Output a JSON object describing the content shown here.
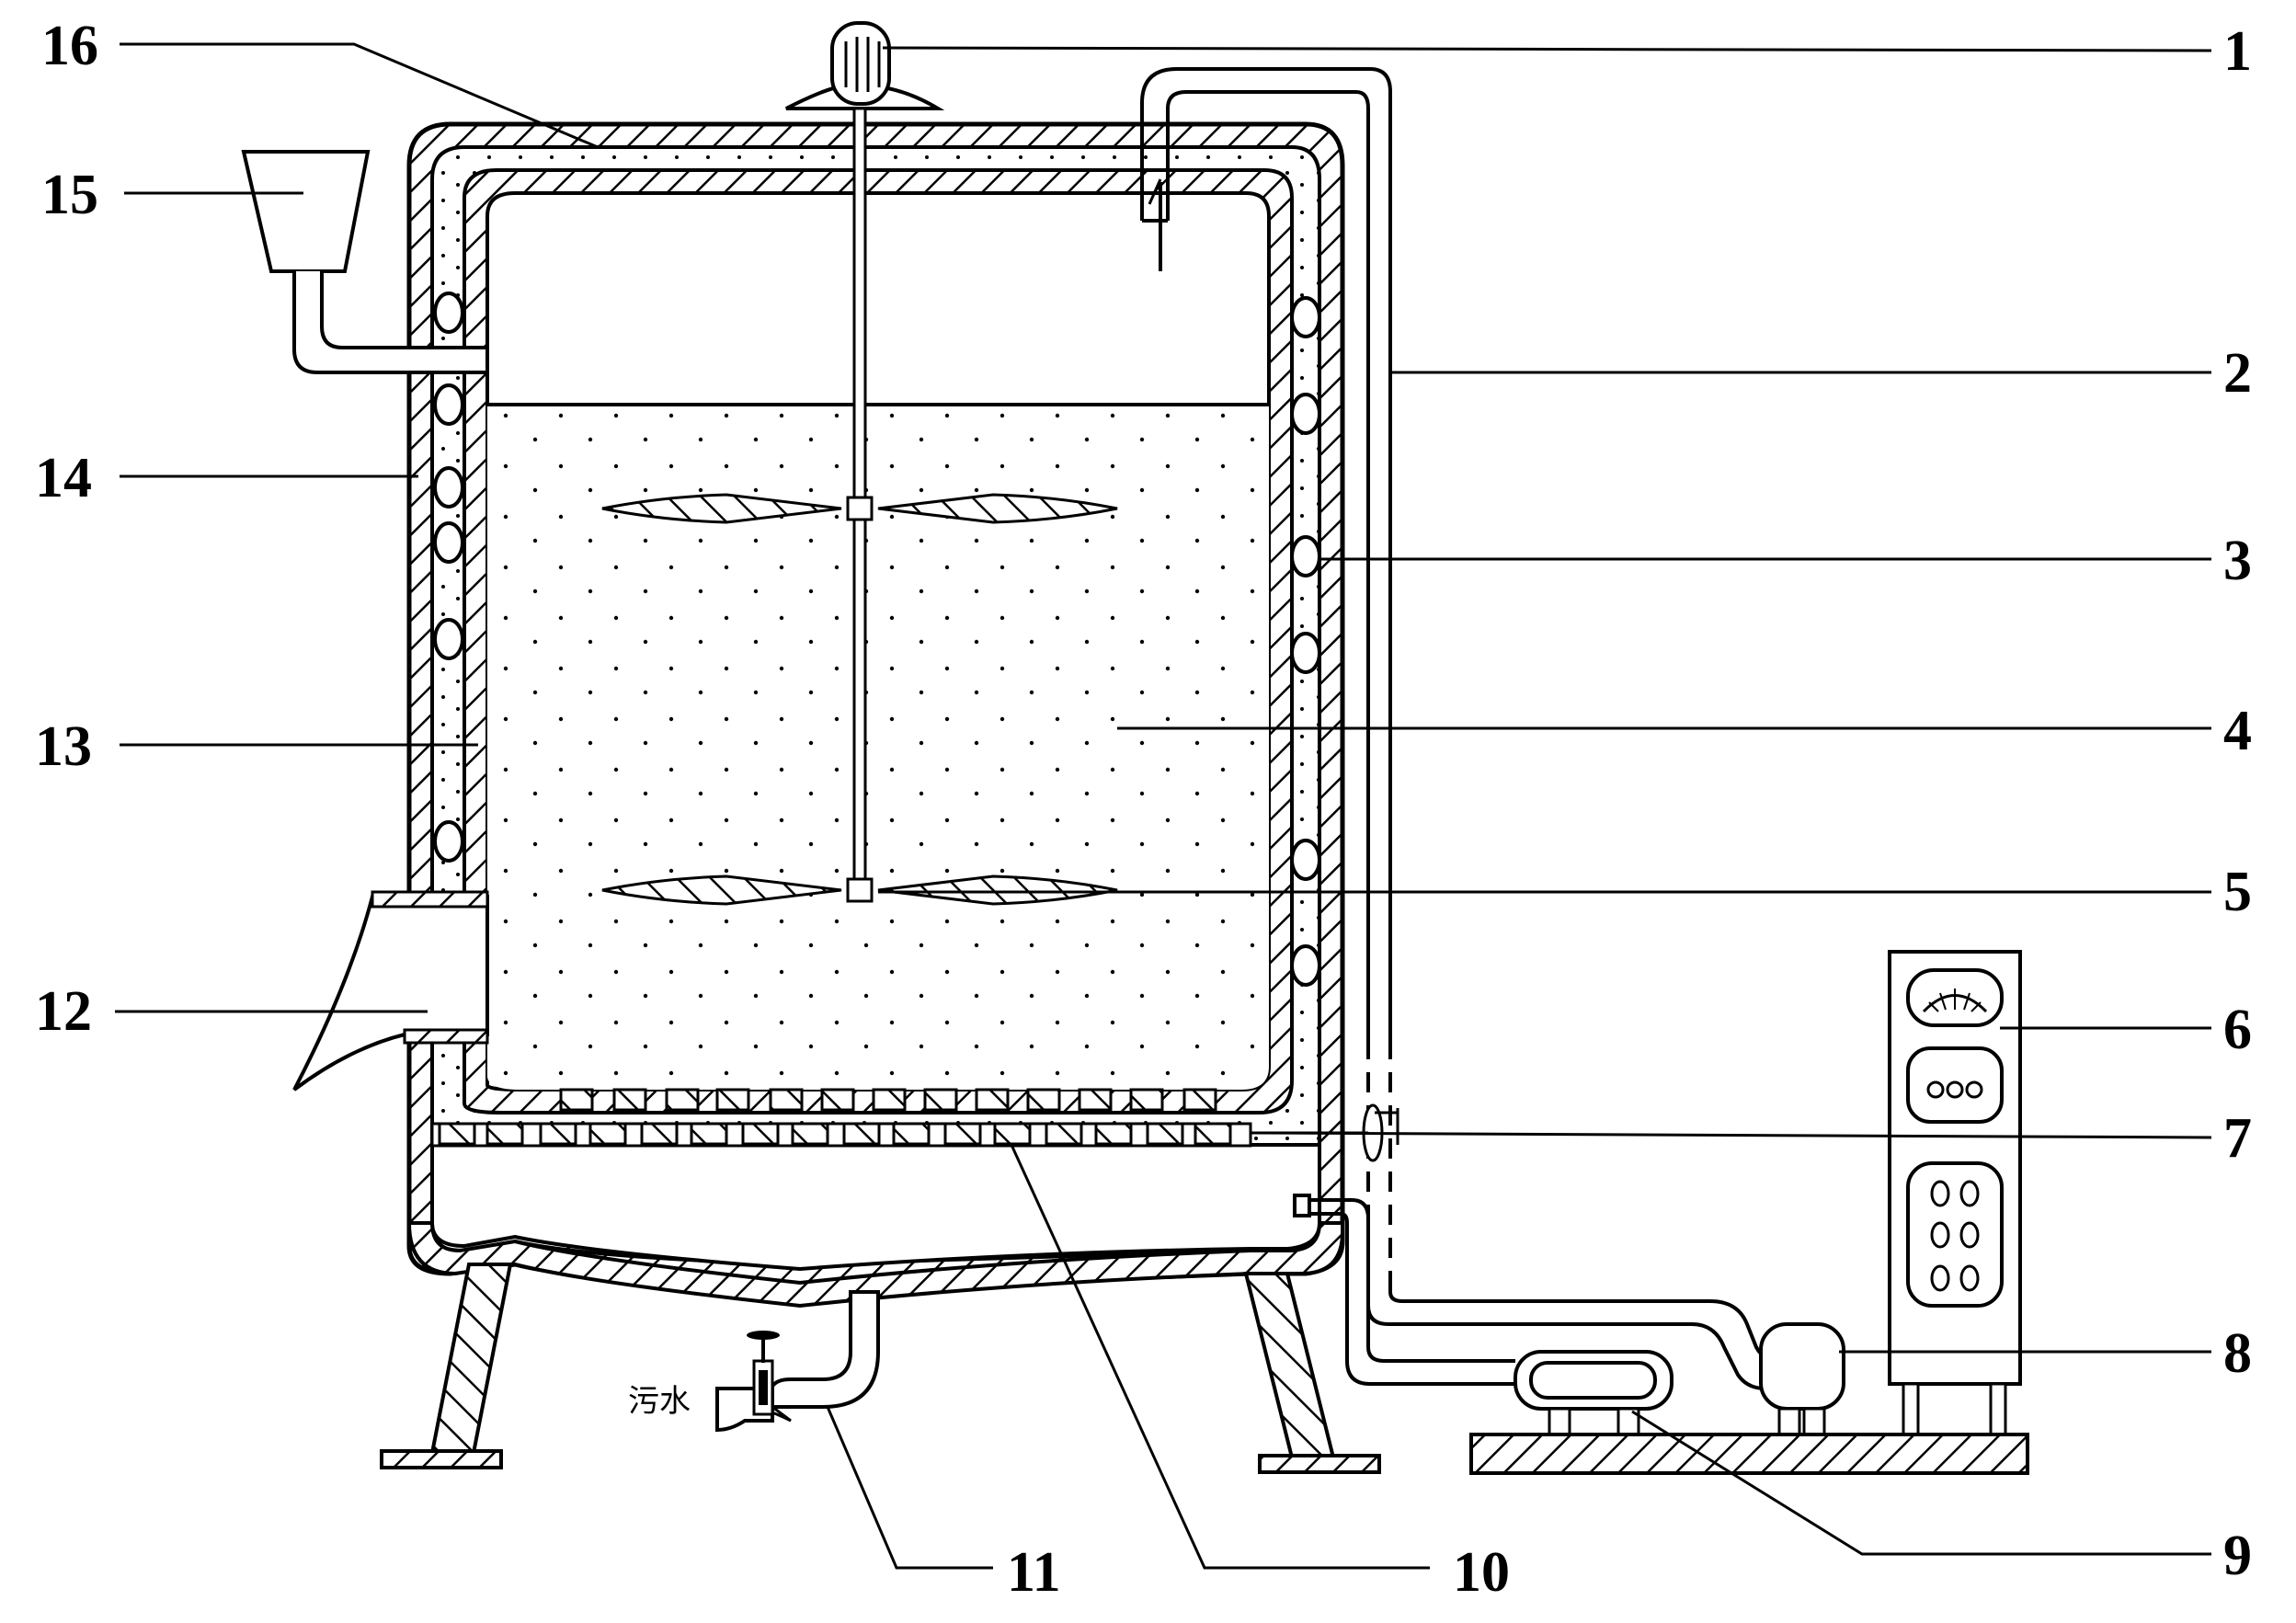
{
  "labels": {
    "l1": "1",
    "l2": "2",
    "l3": "3",
    "l4": "4",
    "l5": "5",
    "l6": "6",
    "l7": "7",
    "l8": "8",
    "l9": "9",
    "l10": "10",
    "l11": "11",
    "l12": "12",
    "l13": "13",
    "l14": "14",
    "l15": "15",
    "l16": "16"
  },
  "drain_text": "污水",
  "colors": {
    "line": "#000000",
    "background": "#ffffff"
  }
}
